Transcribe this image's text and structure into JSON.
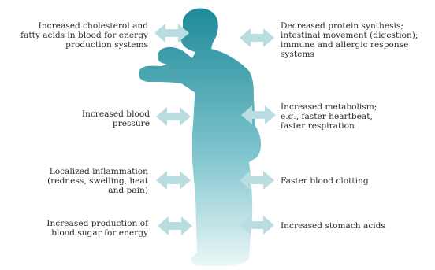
{
  "colors": {
    "body_top": "#1f8a99",
    "body_bottom": "#e9f6f6",
    "arrow": "#b9dde1",
    "text": "#2b2b2b"
  },
  "left_effects": [
    {
      "text": "Increased cholesterol and\nfatty acids in blood for energy\nproduction systems"
    },
    {
      "text": "Increased blood\npressure"
    },
    {
      "text": "Localized inflammation\n(redness, swelling, heat\nand pain)"
    },
    {
      "text": "Increased production of\nblood sugar for energy"
    }
  ],
  "right_effects": [
    {
      "text": "Decreased protein synthesis;\nintestinal movement (digestion);\nimmune and allergic response\nsystems"
    },
    {
      "text": "Increased metabolism;\ne.g., faster heartbeat,\nfaster respiration"
    },
    {
      "text": "Faster blood clotting"
    },
    {
      "text": "Increased stomach acids"
    }
  ]
}
